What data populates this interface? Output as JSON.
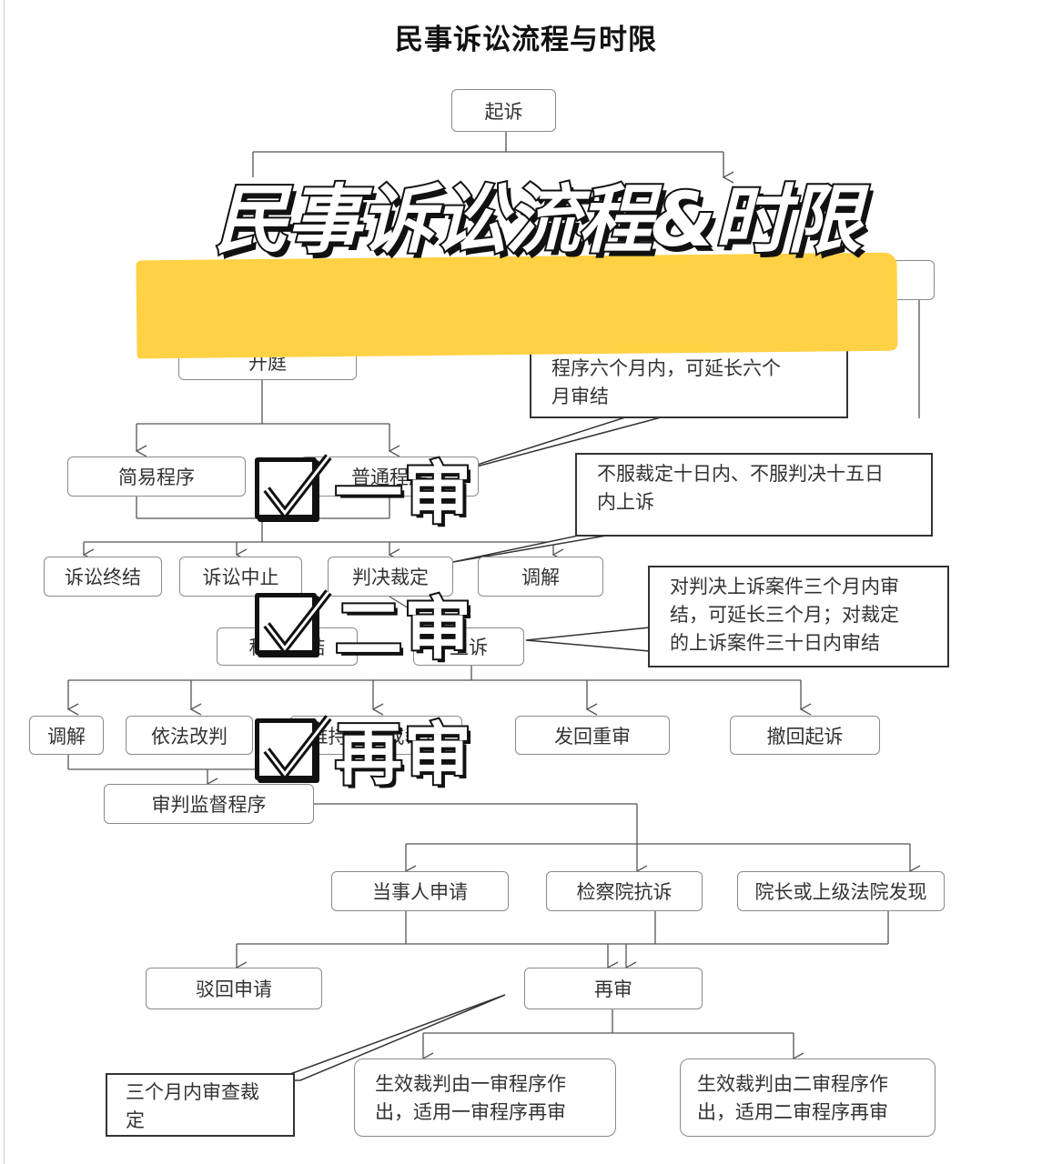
{
  "document": {
    "title": "民事诉讼流程与时限"
  },
  "overlay": {
    "banner": "民事诉讼流程&时限",
    "checklist": [
      "一审",
      "二审",
      "再审"
    ],
    "highlight_color": "#ffd144"
  },
  "nodes": {
    "sue": "起诉",
    "hearing": "开庭",
    "simple": "简易程序",
    "ordinary": "普通程序",
    "termination": "诉讼终结",
    "suspension": "诉讼中止",
    "judgment": "判决裁定",
    "mediation": "调解",
    "proc_end": "程序终结",
    "appeal": "上诉",
    "a_mediation": "调解",
    "a_amend": "依法改判",
    "a_uphold": "维持原判或裁定",
    "a_remand": "发回重审",
    "a_withdraw": "撤回起诉",
    "supervision": "审判监督程序",
    "party_apply": "当事人申请",
    "procuratorate": "检察院抗诉",
    "president": "院长或上级法院发现",
    "reject": "驳回申请",
    "retrial": "再审"
  },
  "notes": {
    "first_instance": [
      "程序六个月内，可延长六个",
      "月审结"
    ],
    "appeal_deadline": [
      "不服裁定十日内、不服判决十五日",
      "内上诉"
    ],
    "appeal_period": [
      "对判决上诉案件三个月内审",
      "结，可延长三个月；对裁定",
      "的上诉案件三十日内审结"
    ],
    "retrial_review": [
      "三个月内审查裁",
      "定"
    ],
    "retrial_first": [
      "生效裁判由一审程序作",
      "出，适用一审程序再审"
    ],
    "retrial_second": [
      "生效裁判由二审程序作",
      "出，适用二审程序再审"
    ]
  }
}
